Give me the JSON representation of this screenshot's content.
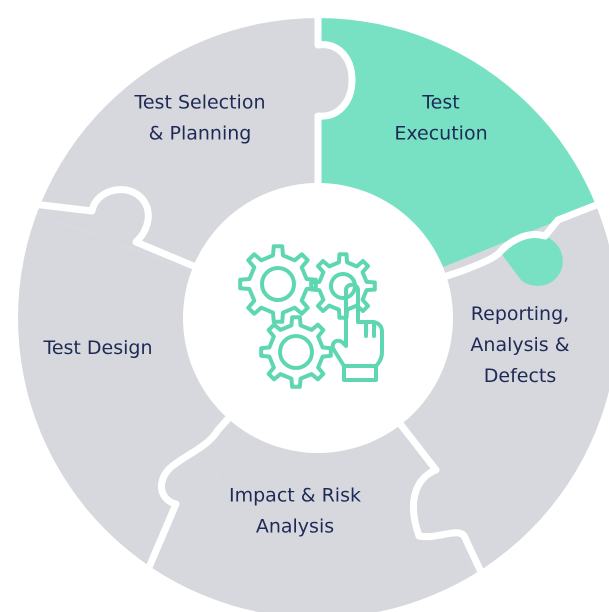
{
  "colors": {
    "segment_default": "#d6d8dd",
    "segment_active": "#79e1c3",
    "separator": "#ffffff",
    "center_fill": "#ffffff",
    "icon_stroke": "#5fd6b2",
    "label_text": "#1e2a55"
  },
  "icon": {
    "name": "gears-with-pointing-hand-icon"
  },
  "segments": [
    {
      "id": "test-selection-planning",
      "lines": [
        "Test Selection",
        "& Planning"
      ],
      "active": false
    },
    {
      "id": "test-execution",
      "lines": [
        "Test",
        "Execution"
      ],
      "active": true
    },
    {
      "id": "reporting-analysis-defects",
      "lines": [
        "Reporting,",
        "Analysis &",
        "Defects"
      ],
      "active": false
    },
    {
      "id": "impact-risk-analysis",
      "lines": [
        "Impact & Risk",
        "Analysis"
      ],
      "active": false
    },
    {
      "id": "test-design",
      "lines": [
        "Test Design"
      ],
      "active": false
    }
  ]
}
